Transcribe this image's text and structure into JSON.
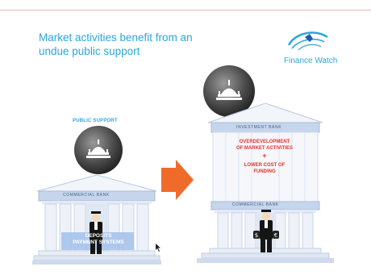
{
  "slide": {
    "title": "Market activities benefit from an undue public support",
    "logo_text": "Finance Watch"
  },
  "left_building": {
    "support_label": "PUBLIC SUPPORT",
    "bank_label": "COMMERCIAL BANK",
    "inner_text_line1": "DEPOSITS",
    "inner_text_line2": "PAYMENT SYSTEMS"
  },
  "right_building": {
    "top_label": "INVESTMENT BANK",
    "text_line1": "OVERDEVELOPMENT",
    "text_line2": "OF MARKET ACTIVITIES",
    "plus": "+",
    "text_line3": "LOWER COST OF",
    "text_line4": "FUNDING",
    "bottom_label": "COMMERCIAL BANK"
  },
  "colors": {
    "accent_blue": "#2aa7df",
    "arrow_orange": "#f06a2a",
    "red_text": "#e8322a",
    "building_light": "#f0f3f8",
    "building_blue": "#a9bfe0"
  },
  "icons": [
    "finance-watch-logo-icon",
    "parliament-dome-icon",
    "arrow-right-icon",
    "banker-figure-icon",
    "mouse-cursor-icon"
  ]
}
